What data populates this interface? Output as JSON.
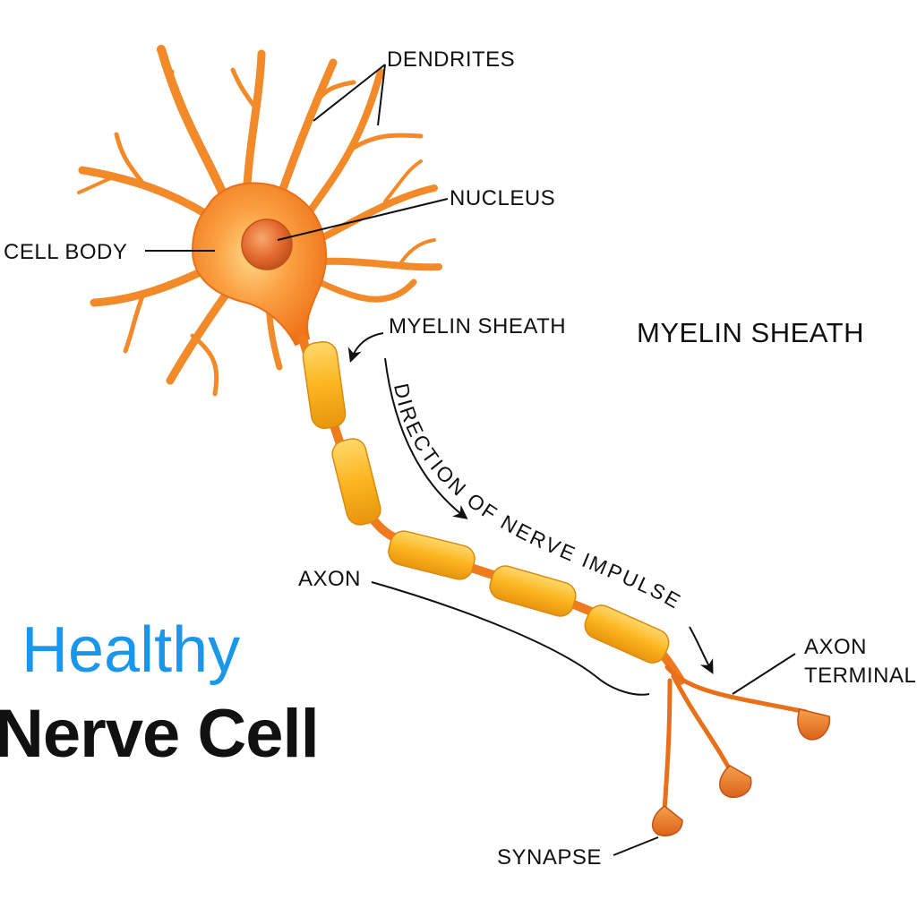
{
  "colors": {
    "title_accent": "#1a96ea",
    "title_main": "#111111",
    "neuron_body": "#f07a1e",
    "myelin": "#f7b21d",
    "label_text": "#111111"
  },
  "title": {
    "line1": "Healthy",
    "line2": "Nerve Cell"
  },
  "labels": {
    "dendrites": "DENDRITES",
    "nucleus": "NUCLEUS",
    "cell_body": "CELL BODY",
    "myelin_sheath": "MYELIN SHEATH",
    "myelin_sheath_large": "MYELIN SHEATH",
    "direction": "DIRECTION OF NERVE IMPULSE",
    "axon": "AXON",
    "axon_terminal_line1": "AXON",
    "axon_terminal_line2": "TERMINAL",
    "synapse": "SYNAPSE"
  }
}
